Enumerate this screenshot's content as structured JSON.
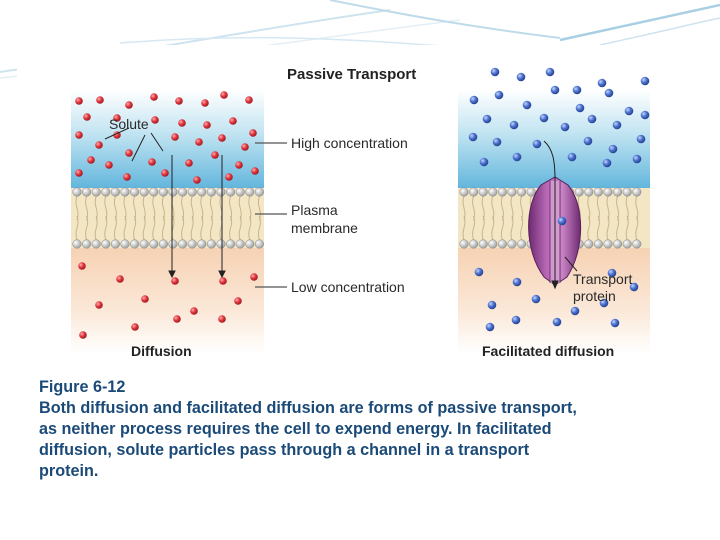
{
  "figure": {
    "title": "Passive Transport",
    "labels": {
      "solute": "Solute",
      "high_concentration": "High concentration",
      "plasma_membrane_1": "Plasma",
      "plasma_membrane_2": "membrane",
      "low_concentration": "Low concentration",
      "transport_protein_1": "Transport",
      "transport_protein_2": "protein"
    },
    "panels": {
      "left": "Diffusion",
      "right": "Facilitated diffusion"
    }
  },
  "caption": {
    "number": "Figure 6-12",
    "lines": [
      "Both diffusion and facilitated diffusion are forms of passive transport,",
      "as neither process requires the cell to expend energy. In facilitated",
      "diffusion, solute particles pass through a channel in a transport",
      "protein."
    ]
  },
  "colors": {
    "caption_text": "#1b4a78",
    "solute_red": "#d8353d",
    "solute_blue": "#3f66c4",
    "protein_purple": "#9a3f95",
    "top_blue": "#5fb4dc",
    "bottom_peach": "#f8dcc4"
  }
}
